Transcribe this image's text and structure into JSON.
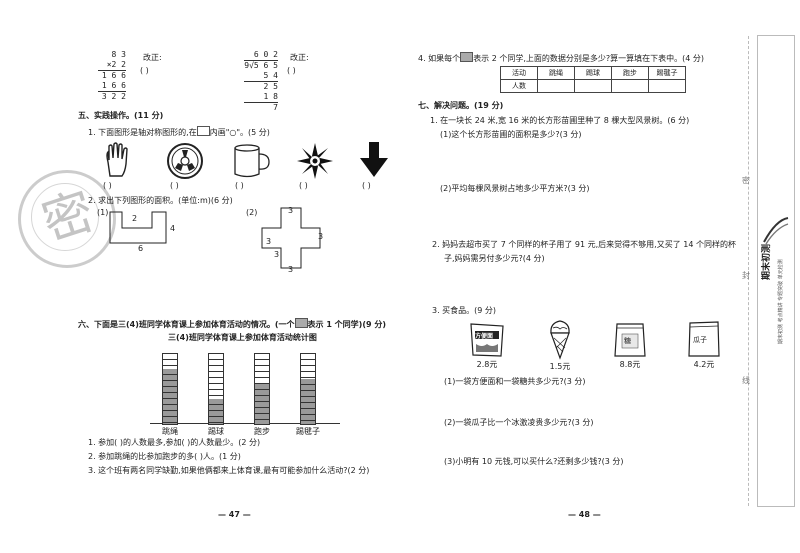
{
  "left": {
    "calc1": {
      "rows": [
        "8 3",
        "×2 2",
        "1 6 6",
        "1 6 6",
        "3 2 2"
      ],
      "correct_label": "改正:",
      "paren": "(        )"
    },
    "calc2": {
      "rows": [
        "6 0 2",
        "9√5 6 5",
        "5 4",
        "2 5",
        "1 8",
        "7"
      ],
      "correct_label": "改正:",
      "paren": "(        )"
    },
    "s5_title": "五、实践操作。(11 分)",
    "s5_q1": "1. 下面图形是轴对称图形的,在",
    "s5_q1_tail": "内画\"○\"。(5 分)",
    "paren": "(        )",
    "s5_q2": "2. 求出下列图形的面积。(单位:m)(6 分)",
    "fig1": {
      "label": "(1)",
      "d1": "2",
      "d2": "4",
      "d3": "6"
    },
    "fig2": {
      "label": "(2)",
      "d": "3"
    },
    "s6_title": "六、下面是三(4)班同学体育课上参加体育活动的情况。(一个",
    "s6_title_tail": "表示 1 个同学)(9 分)",
    "s6_q1": "1. 参加(        )的人数最多,参加(        )的人数最少。(2 分)",
    "s6_q2": "2. 参加跳绳的比参加跑步的多(      )人。(1 分)",
    "s6_q3": "3. 这个班有两名同学缺勤,如果他俩都来上体育课,最有可能参加什么活动?(2 分)",
    "page_number": "— 47 —"
  },
  "chart_data": {
    "type": "bar",
    "title": "三(4)班同学体育课上参加体育活动统计图",
    "categories": [
      "跳绳",
      "踢球",
      "跑步",
      "踢毽子"
    ],
    "values": [
      11,
      5,
      8,
      9
    ],
    "ylim": [
      0,
      14
    ]
  },
  "right": {
    "s4_q": "4. 如果每个",
    "s4_q_tail": "表示 2 个同学,上面的数据分别是多少?算一算填在下表中。(4 分)",
    "table": {
      "header": [
        "活动",
        "跳绳",
        "踢球",
        "跑步",
        "踢毽子"
      ],
      "row_label": "人数"
    },
    "s7_title": "七、解决问题。(19 分)",
    "q1": "1. 在一块长 24 米,宽 16 米的长方形苗圃里种了 8 棵大型风景树。(6 分)",
    "q1a": "(1)这个长方形苗圃的面积是多少?(3 分)",
    "q1b": "(2)平均每棵风景树占地多少平方米?(3 分)",
    "q2_l1": "2. 妈妈去超市买了 7 个同样的杯子用了 91 元,后来觉得不够用,又买了 14 个同样的杯",
    "q2_l2": "子,妈妈需另付多少元?(4 分)",
    "q3": "3. 买食品。(9 分)",
    "items": [
      {
        "name": "方便面",
        "price": "2.8元"
      },
      {
        "name": "",
        "price": "1.5元"
      },
      {
        "name": "糖",
        "price": "8.8元"
      },
      {
        "name": "瓜子",
        "price": "4.2元"
      }
    ],
    "q3a": "(1)一袋方便面和一袋糖共多少元?(3 分)",
    "q3b": "(2)一袋瓜子比一个冰激凌贵多少元?(3 分)",
    "q3c": "(3)小明有 10 元钱,可以买什么?还剩多少钱?(3 分)",
    "page_number": "— 48 —"
  },
  "watermark": "密",
  "sidebar": {
    "brand": "期末初测",
    "vertical_labels": [
      "密",
      "封",
      "线"
    ],
    "subtitle": "期末初测 考点精讲 专题突破 单元检测"
  }
}
